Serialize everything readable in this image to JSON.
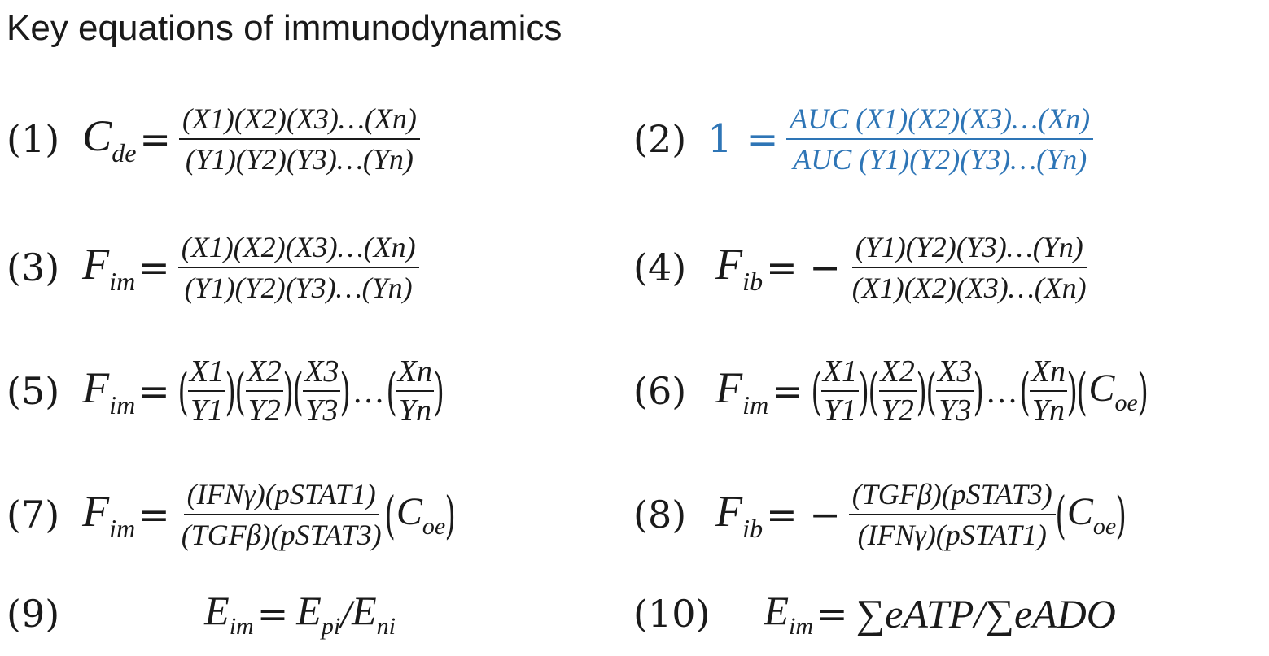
{
  "title": "Key equations of immunodynamics",
  "eq1": {
    "number": "(1)",
    "lhs": "C",
    "lhs_sub": "de",
    "op": "=",
    "numerator": "(X1)(X2)(X3)…(Xn)",
    "denominator": "(Y1)(Y2)(Y3)…(Yn)"
  },
  "eq2": {
    "number": "(2)",
    "lhs": "1",
    "op": "=",
    "numerator": "AUC (X1)(X2)(X3)…(Xn)",
    "denominator": "AUC (Y1)(Y2)(Y3)…(Yn)",
    "color": "#2e75b6"
  },
  "eq3": {
    "number": "(3)",
    "lhs": "F",
    "lhs_sub": "im",
    "op": "=",
    "numerator": "(X1)(X2)(X3)…(Xn)",
    "denominator": "(Y1)(Y2)(Y3)…(Yn)"
  },
  "eq4": {
    "number": "(4)",
    "lhs": "F",
    "lhs_sub": "ib",
    "op": "= −",
    "numerator": "(Y1)(Y2)(Y3)…(Yn)",
    "denominator": "(X1)(X2)(X3)…(Xn)"
  },
  "eq5": {
    "number": "(5)",
    "lhs": "F",
    "lhs_sub": "im",
    "op": "=",
    "fractions": [
      {
        "n": "X1",
        "d": "Y1"
      },
      {
        "n": "X2",
        "d": "Y2"
      },
      {
        "n": "X3",
        "d": "Y3"
      },
      {
        "n": "Xn",
        "d": "Yn"
      }
    ],
    "ellipsis": "…"
  },
  "eq6": {
    "number": "(6)",
    "lhs": "F",
    "lhs_sub": "im",
    "op": "=",
    "fractions": [
      {
        "n": "X1",
        "d": "Y1"
      },
      {
        "n": "X2",
        "d": "Y2"
      },
      {
        "n": "X3",
        "d": "Y3"
      },
      {
        "n": "Xn",
        "d": "Yn"
      }
    ],
    "ellipsis": "…",
    "factor": "C",
    "factor_sub": "oe"
  },
  "eq7": {
    "number": "(7)",
    "lhs": "F",
    "lhs_sub": "im",
    "op": "=",
    "numerator": "(IFNγ)(pSTAT1)",
    "denominator": "(TGFβ)(pSTAT3)",
    "factor": "C",
    "factor_sub": "oe"
  },
  "eq8": {
    "number": "(8)",
    "lhs": "F",
    "lhs_sub": "ib",
    "op": "= −",
    "numerator": "(TGFβ)(pSTAT3)",
    "denominator": "(IFNγ)(pSTAT1)",
    "factor": "C",
    "factor_sub": "oe"
  },
  "eq9": {
    "number": "(9)",
    "lhs": "E",
    "lhs_sub": "im",
    "op": "=",
    "a": "E",
    "a_sub": "pi",
    "slash": "/",
    "b": "E",
    "b_sub": "ni"
  },
  "eq10": {
    "number": "(10)",
    "lhs": "E",
    "lhs_sub": "im",
    "op": "=",
    "expr": "∑eATP/∑eADO"
  }
}
